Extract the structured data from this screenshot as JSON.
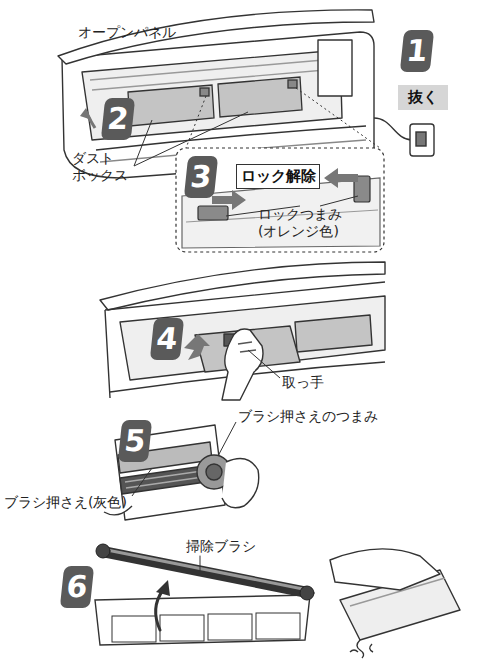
{
  "diagram": {
    "nodes": [
      {
        "text": [
          "抜く"
        ]
      },
      {
        "text": [
          "ロック解除"
        ]
      }
    ],
    "labels": [
      "オープンパネル",
      "1",
      "2",
      "ダスト ボックス",
      "3",
      "ロックつまみ (オレンジ色)",
      "4",
      "取っ手",
      "5",
      "ブラシ押さえのつまみ",
      "ブラシ押さえ(灰色)",
      "6",
      "掃除ブラシ"
    ]
  }
}
